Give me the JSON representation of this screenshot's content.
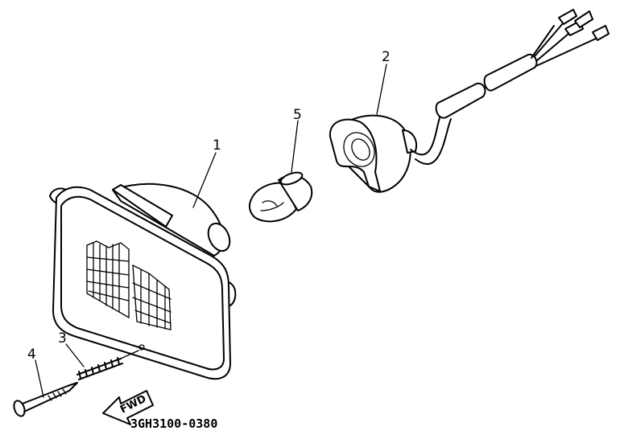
{
  "diagram": {
    "part_code": "3GH3100-0380",
    "direction_label": "FWD",
    "callouts": [
      {
        "id": "1",
        "label": "1"
      },
      {
        "id": "2",
        "label": "2"
      },
      {
        "id": "3",
        "label": "3"
      },
      {
        "id": "4",
        "label": "4"
      },
      {
        "id": "5",
        "label": "5"
      }
    ]
  }
}
